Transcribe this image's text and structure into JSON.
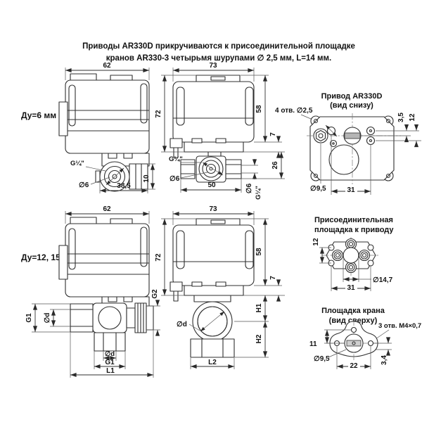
{
  "title": {
    "line1": "Приводы AR330D прикручиваются к присоединительной площадке",
    "line2": "кранов AR330-3 четырьмя шурупами ∅ 2,5 мм, L=14 мм."
  },
  "dn6": {
    "label": "Ду=6 мм",
    "w": "62",
    "thread": "G¼\"",
    "bore": "∅6",
    "len": "38,5",
    "off": "10"
  },
  "front6": {
    "w": "73",
    "h": "72",
    "body": "58",
    "bracket": "7",
    "axis": "26",
    "thread": "G¼\"",
    "bore": "∅6",
    "ports": "50",
    "bore2": "∅6",
    "thread2": "G¼\"",
    "holes": "4 отв. ∅2,5"
  },
  "bottom_view": {
    "t1": "Привод AR330D",
    "t2": "(вид снизу)",
    "d1": "3,5",
    "d2": "12",
    "dia": "∅9,5",
    "d3": "31"
  },
  "dn12": {
    "label": "Ду=12, 15 мм",
    "w": "62",
    "g1l": "G1",
    "dl": "∅d",
    "g2": "G2",
    "db": "∅d",
    "g1b": "G1",
    "l1": "L1"
  },
  "front12": {
    "w": "73",
    "h": "72",
    "body": "58",
    "bracket": "7",
    "h1": "H1",
    "h2": "H2",
    "d": "∅d",
    "l2": "L2"
  },
  "mount_pad": {
    "t1": "Присоединительная",
    "t2": "площадка к приводу",
    "d1": "12",
    "d2": "31",
    "dia": "∅14,7"
  },
  "valve_pad": {
    "t1": "Площадка крана",
    "t2": "(вид сверху)",
    "holes": "3 отв. М4×0,7",
    "d1": "11",
    "dia": "∅9,5",
    "d2": "22",
    "d3": "3,4"
  }
}
